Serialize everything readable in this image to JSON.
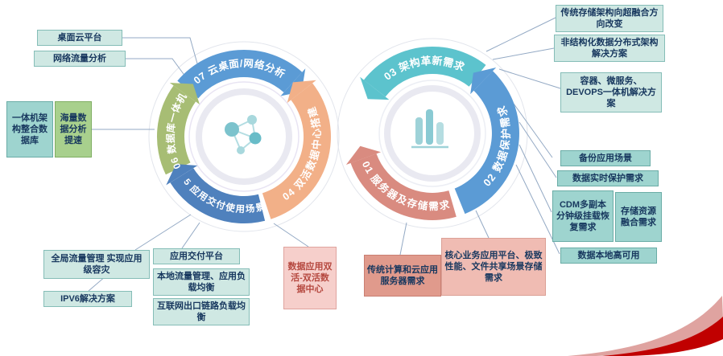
{
  "hubs": {
    "left": {
      "segments": [
        {
          "label": "07 云桌面/网络分析"
        },
        {
          "label": "06 数据库一体机"
        },
        {
          "label": "05 应用交付使用场景"
        },
        {
          "label": "04 双活数据中心搭建"
        }
      ],
      "center_icon": "network-nodes-icon"
    },
    "right": {
      "segments": [
        {
          "label": "03 架构革新需求"
        },
        {
          "label": "02 数据保护需求"
        },
        {
          "label": "01 服务器及存储需求"
        }
      ],
      "center_icon": "bar-chart-icon"
    }
  },
  "labels": {
    "desktop_cloud": "桌面云平台",
    "network_traffic": "网络流量分析",
    "aio_architecture": "一体机架构整合数据库",
    "mass_data_speedup": "海量数据分析提速",
    "global_traffic": "全局流量管理 实现应用级容灾",
    "ipv6": "IPV6解决方案",
    "app_delivery_platform": "应用交付平台",
    "local_traffic": "本地流量管理、应用负载均衡",
    "internet_egress": "互联网出口链路负载均衡",
    "dual_active_dc": "数据应用双活-双活数据中心",
    "traditional_compute": "传统计算和云应用服务器需求",
    "core_business": "核心业务应用平台、极致性能、文件共享场景存储需求",
    "storage_hci": "传统存储架构向超融合方向改变",
    "unstructured": "非结构化数据分布式架构解决方案",
    "container_devops": "容器、微服务、DEVOPS一体机解决方案",
    "backup_scenario": "备份应用场景",
    "realtime_protection": "数据实时保护需求",
    "cdm_recovery": "CDM多副本分钟级挂载恢复需求",
    "storage_fusion": "存储资源融合需求",
    "local_ha": "数据本地高可用"
  },
  "colors": {
    "segment_blue": "#5b9bd5",
    "segment_deep_blue": "#4f81bd",
    "segment_green": "#a7bd74",
    "segment_orange": "#f2b088",
    "segment_teal": "#5cc3cd",
    "segment_salmon": "#d98b80",
    "connector_gray_blue": "#93a9c4",
    "swoosh_red": "#c00000",
    "swoosh_pink": "#dfa3a0",
    "label_text_navy": "#17375e"
  }
}
